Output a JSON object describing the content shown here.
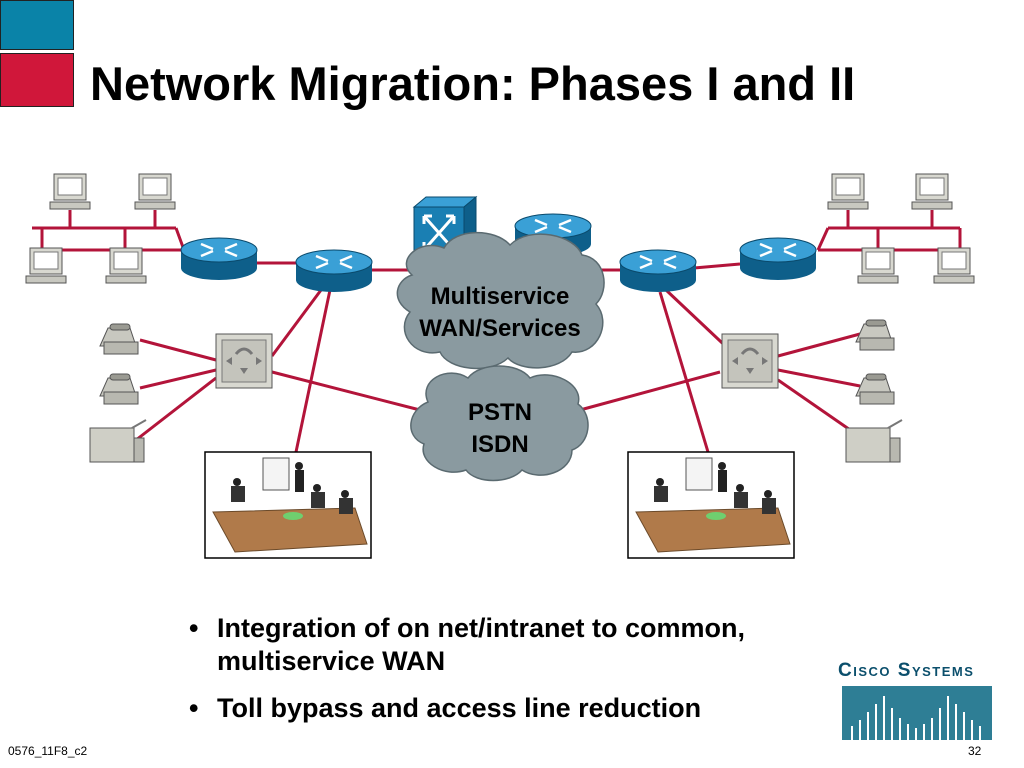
{
  "slide": {
    "title": "Network Migration: Phases I and II",
    "bullets": [
      "Integration of on net/intranet to common, multiservice WAN",
      "Toll bypass and access line reduction"
    ],
    "footer_left": "0576_11F8_c2",
    "page_number": "32",
    "logo_text": "Cisco Systems"
  },
  "diagram": {
    "clouds": {
      "wan": [
        "Multiservice",
        "WAN/Services"
      ],
      "pstn": [
        "PSTN",
        "ISDN"
      ]
    }
  },
  "colors": {
    "accent_blue": "#0a83a8",
    "accent_red": "#d0173a",
    "link_red": "#b3143a",
    "router_blue": "#1a7fb3",
    "cloud_gray": "#8a9aa0"
  }
}
